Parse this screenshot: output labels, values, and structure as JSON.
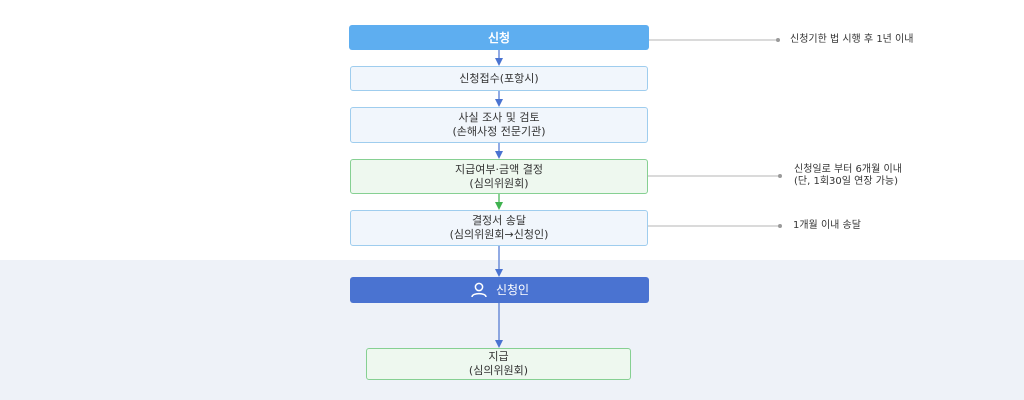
{
  "flow": {
    "apply": "신청",
    "receipt": "신청접수(포항시)",
    "investigation": {
      "line1": "사실 조사 및 검토",
      "line2": "(손해사정 전문기관)"
    },
    "decision": {
      "line1": "지급여부·금액 결정",
      "line2": "(심의위원회)"
    },
    "notice": {
      "line1": "결정서 송달",
      "line2": "(심의위원회→신청인)"
    },
    "applicant": "신청인",
    "payment": {
      "line1": "지급",
      "line2": "(심의위원회)"
    }
  },
  "notes": {
    "apply_deadline": "신청기한 법 시행 후 1년 이내",
    "decision_deadline": {
      "line1": "신청일로 부터 6개월 이내",
      "line2": "(단, 1회30일 연장 가능)"
    },
    "notice_deadline": "1개월 이내 송달"
  },
  "colors": {
    "start_box": "#5eaef0",
    "blue_box_fill": "#f1f6fc",
    "blue_box_border": "#9fcdee",
    "green_box_fill": "#eef8ef",
    "green_box_border": "#86d092",
    "applicant_box": "#4a73d1",
    "arrow_blue": "#4a73d1",
    "arrow_green": "#3fb24f",
    "bottom_band": "#eef2f8"
  },
  "icons": {
    "applicant": "person-icon"
  }
}
